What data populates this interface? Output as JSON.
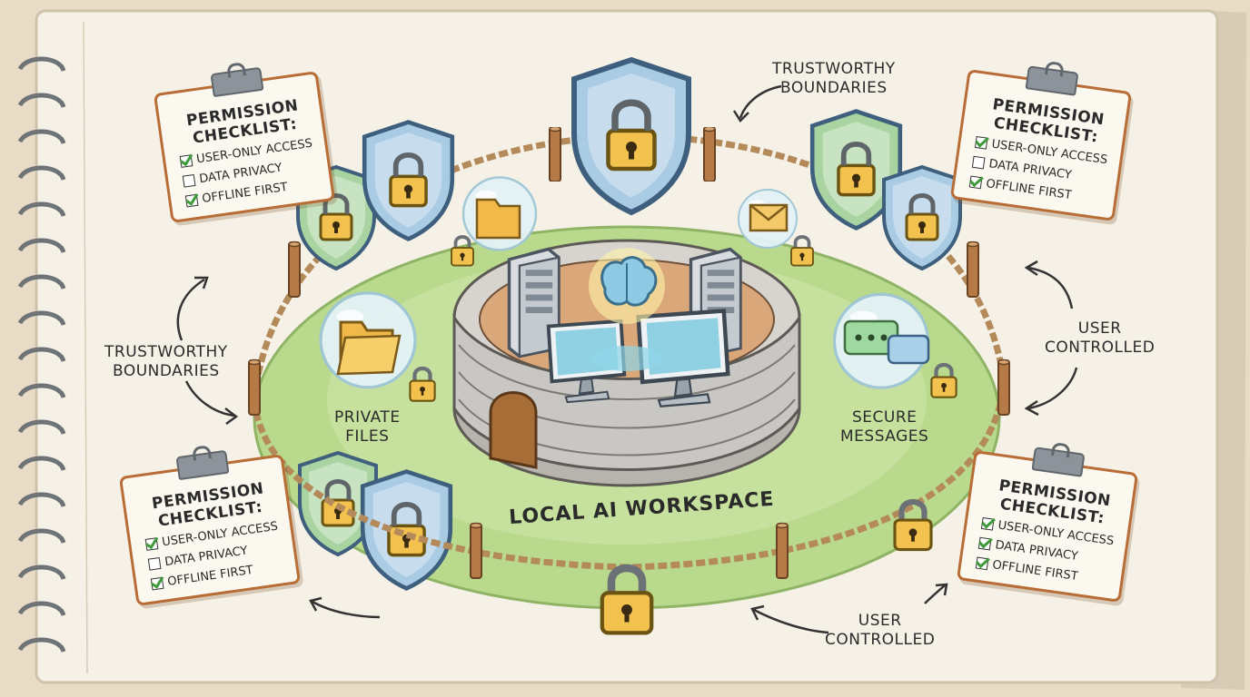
{
  "diagram": {
    "center_label": "LOCAL AI WORKSPACE",
    "zones": [
      {
        "id": "private-files",
        "lines": [
          "PRIVATE",
          "FILES"
        ]
      },
      {
        "id": "secure-messages",
        "lines": [
          "SECURE",
          "MESSAGES"
        ]
      }
    ],
    "callouts": {
      "top_right": [
        "TRUSTWORTHY",
        "BOUNDARIES"
      ],
      "left": [
        "TRUSTWORTHY",
        "BOUNDARIES"
      ],
      "right": [
        "USER",
        "CONTROLLED"
      ],
      "bottom": [
        "USER",
        "CONTROLLED"
      ]
    },
    "checklists": [
      {
        "title": [
          "PERMISSION",
          "CHECKLIST:"
        ],
        "items": [
          {
            "label": "USER-ONLY ACCESS",
            "checked": true
          },
          {
            "label": "DATA PRIVACY",
            "checked": false
          },
          {
            "label": "OFFLINE FIRST",
            "checked": true
          }
        ]
      },
      {
        "title": [
          "PERMISSION",
          "CHECKLIST:"
        ],
        "items": [
          {
            "label": "USER-ONLY ACCESS",
            "checked": true
          },
          {
            "label": "DATA PRIVACY",
            "checked": false
          },
          {
            "label": "OFFLINE FIRST",
            "checked": true
          }
        ]
      },
      {
        "title": [
          "PERMISSION",
          "CHECKLIST:"
        ],
        "items": [
          {
            "label": "USER-ONLY ACCESS",
            "checked": true
          },
          {
            "label": "DATA PRIVACY",
            "checked": false
          },
          {
            "label": "OFFLINE FIRST",
            "checked": true
          }
        ]
      },
      {
        "title": [
          "PERMISSION",
          "CHECKLIST:"
        ],
        "items": [
          {
            "label": "USER-ONLY ACCESS",
            "checked": true
          },
          {
            "label": "DATA PRIVACY",
            "checked": true
          },
          {
            "label": "OFFLINE FIRST",
            "checked": true
          }
        ]
      }
    ],
    "icons": [
      "shield-lock-icon",
      "folder-icon",
      "envelope-icon",
      "chat-bubble-icon",
      "padlock-icon",
      "server-tower-icon",
      "monitor-icon",
      "brain-icon",
      "stone-wall",
      "rope-fence"
    ],
    "colors": {
      "paper": "#f6f1e6",
      "grass": "#b9d98c",
      "shield_blue": "#a9cbe4",
      "shield_green": "#a9d4a2",
      "padlock": "#f2c14e",
      "clipboard_border": "#b86d36",
      "rope": "#b58a5a",
      "stone": "#c9c7c3"
    }
  }
}
